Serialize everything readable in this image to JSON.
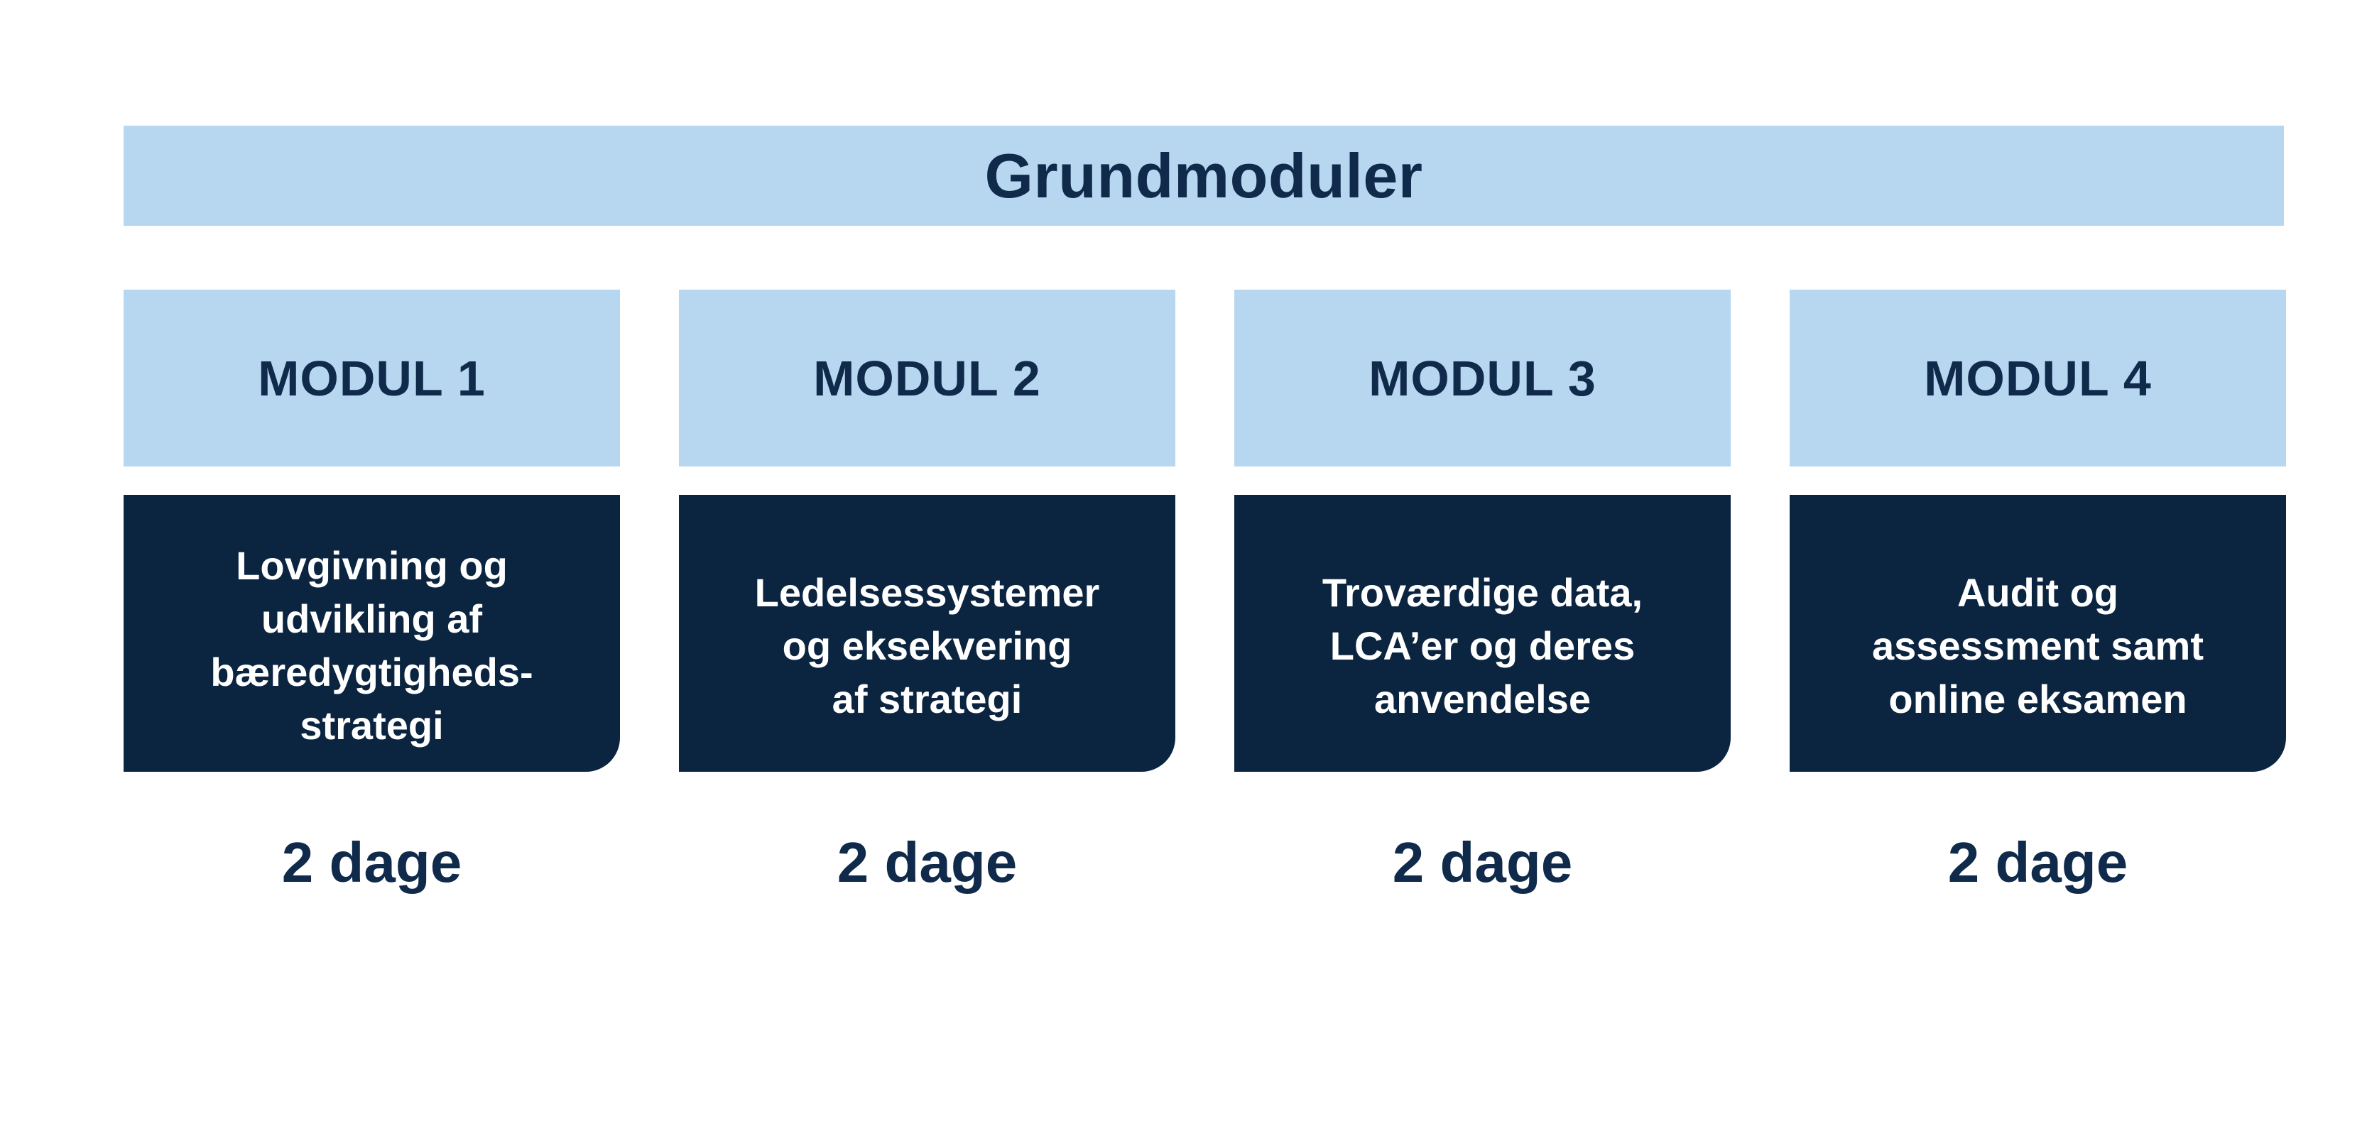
{
  "colors": {
    "light_blue": "#b7d6f0",
    "navy": "#0b2440",
    "navy_text": "#0f2a4a",
    "white": "#ffffff"
  },
  "header": {
    "title": "Grundmoduler"
  },
  "modules": [
    {
      "title": "MODUL 1",
      "description": "Lovgivning og\nudvikling af\nbæredygtigheds-\nstrategi",
      "duration": "2 dage"
    },
    {
      "title": "MODUL 2",
      "description": "Ledelsessystemer\nog eksekvering\naf strategi",
      "duration": "2 dage"
    },
    {
      "title": "MODUL 3",
      "description": "Troværdige data,\nLCA’er og deres\nanvendelse",
      "duration": "2 dage"
    },
    {
      "title": "MODUL 4",
      "description": "Audit og\nassessment samt\nonline eksamen",
      "duration": "2 dage"
    }
  ]
}
